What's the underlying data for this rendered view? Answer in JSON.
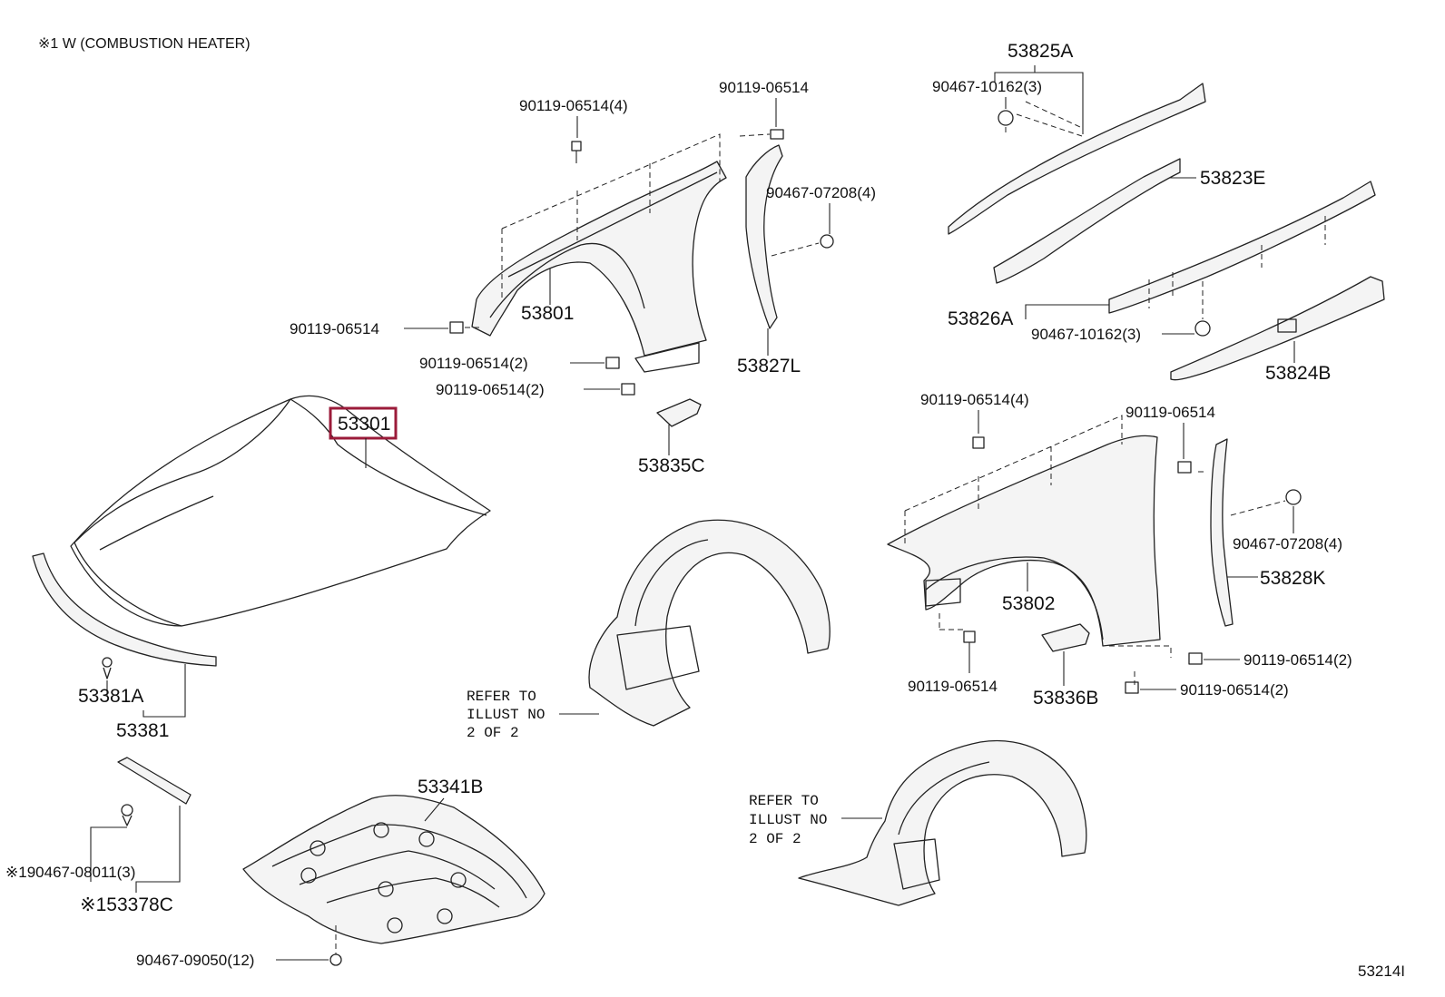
{
  "note": "※1 W (COMBUSTION HEATER)",
  "figure_id": "53214I",
  "refer": [
    "REFER TO",
    "ILLUST NO",
    "2 OF 2"
  ],
  "labels": {
    "l_90119_06514_4_a": "90119-06514(4)",
    "l_90119_06514_top": "90119-06514",
    "l_90467_07208_4_a": "90467-07208(4)",
    "l_90119_06514_left": "90119-06514",
    "l_53801": "53801",
    "l_53827L": "53827L",
    "l_90119_06514_2_a": "90119-06514(2)",
    "l_90119_06514_2_b": "90119-06514(2)",
    "l_53835C": "53835C",
    "l_53301": "53301",
    "l_53381A": "53381A",
    "l_53381": "53381",
    "l_53825A": "53825A",
    "l_90467_10162_3_a": "90467-10162(3)",
    "l_53823E": "53823E",
    "l_53826A": "53826A",
    "l_90467_10162_3_b": "90467-10162(3)",
    "l_53824B": "53824B",
    "l_90119_06514_4_b": "90119-06514(4)",
    "l_90119_06514_right": "90119-06514",
    "l_90467_07208_4_b": "90467-07208(4)",
    "l_53828K": "53828K",
    "l_53802": "53802",
    "l_90119_06514_2_c": "90119-06514(2)",
    "l_90119_06514_bottom": "90119-06514",
    "l_53836B": "53836B",
    "l_90119_06514_2_d": "90119-06514(2)",
    "l_53341B": "53341B",
    "l_90467_08011_3": "※190467-08011(3)",
    "l_53378C": "※153378C",
    "l_90467_09050_12": "90467-09050(12)"
  }
}
